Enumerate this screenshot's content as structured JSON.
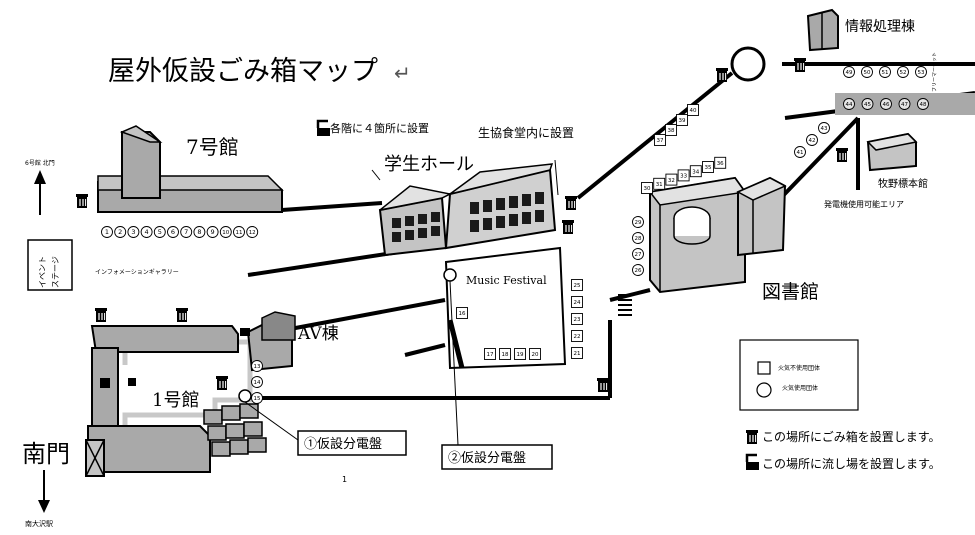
{
  "title": "屋外仮設ごみ箱マップ",
  "title_mark": "↵",
  "buildings": {
    "b7": "7号館",
    "gakusei_hall": "学生ホール",
    "av": "AV棟",
    "b1": "1号館",
    "library": "図書館",
    "info": "情報処理棟",
    "makino": "牧野標本館"
  },
  "labels": {
    "each_floor": "各階に４箇所に設置",
    "coop": "生協食堂内に設置",
    "music": "Music Festival",
    "info_gallery": "インフォメーションギャラリー",
    "event_stage_line1": "イベント",
    "event_stage_line2": "ステージ",
    "north_gate": "6号館 北門",
    "south_gate": "南門",
    "south_station": "南大沢駅",
    "gen_area": "発電機使用可能エリア",
    "free_market": "フリーマーケット",
    "panel1": "①仮設分電盤",
    "panel2": "②仮設分電盤",
    "page_num": "1"
  },
  "legend": {
    "no_fire": "火気不使用団体",
    "fire": "火気使用団体",
    "trash": "この場所にごみ箱を設置します。",
    "sink": "この場所に流し場を設置します。"
  },
  "booths": {
    "row_7": [
      "1",
      "2",
      "3",
      "4",
      "5",
      "6",
      "7",
      "8",
      "9",
      "10",
      "11",
      "12"
    ],
    "info_row": [
      "49",
      "50",
      "51",
      "52",
      "53"
    ],
    "gen_row": [
      "44",
      "45",
      "46",
      "47",
      "48"
    ],
    "diag": [
      "37",
      "38",
      "39",
      "40"
    ],
    "lib_top": [
      "30",
      "31",
      "32",
      "33",
      "34",
      "35",
      "36"
    ],
    "lib_right": [
      "41",
      "42",
      "43"
    ],
    "lib_left": [
      "26",
      "27",
      "28",
      "29"
    ],
    "hall_in": [
      "16",
      "17",
      "18",
      "19",
      "20"
    ],
    "hall_right": [
      "25",
      "24",
      "23",
      "22",
      "21"
    ],
    "b1": [
      "13",
      "14",
      "15"
    ]
  },
  "colors": {
    "building": "#a9a9a9",
    "path": "#000000",
    "path_light": "#c8c8c8",
    "window": "#1a1a1a"
  }
}
